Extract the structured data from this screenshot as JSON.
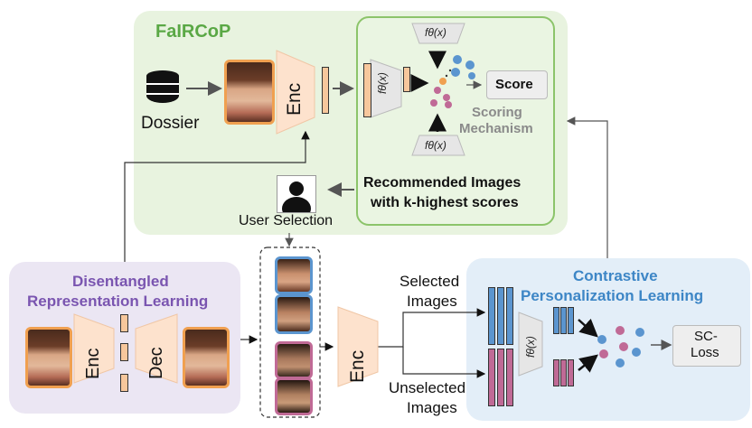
{
  "fairness": {
    "title": "FaIRCoP",
    "dossier_label": "Dossier",
    "enc_label": "Enc",
    "f_theta": "fθ(x)",
    "score_label": "Score",
    "scoring_mechanism": [
      "Scoring",
      "Mechanism"
    ],
    "recommended": [
      "Recommended Images",
      "with k-highest scores"
    ]
  },
  "user_selection_label": "User Selection",
  "disentangled": {
    "title": [
      "Disentangled",
      "Representation Learning"
    ],
    "enc_label": "Enc",
    "dec_label": "Dec"
  },
  "middle": {
    "enc_label": "Enc",
    "selected_label": [
      "Selected",
      "Images"
    ],
    "unselected_label": [
      "Unselected",
      "Images"
    ]
  },
  "contrastive": {
    "title": [
      "Contrastive",
      "Personalization Learning"
    ],
    "f_theta": "fθ(x)",
    "loss_label": [
      "SC-",
      "Loss"
    ]
  },
  "colors": {
    "green_panel": "#e8f3df",
    "purple_panel": "#ebe6f3",
    "blue_panel": "#e3eef8",
    "green_title": "#5aa845",
    "purple_title": "#7a55b0",
    "blue_title": "#3d86c6",
    "peach": "#fde2cd",
    "orange_border": "#f0a050",
    "blue_feature": "#5b95cf",
    "pink_feature": "#c06a96"
  }
}
